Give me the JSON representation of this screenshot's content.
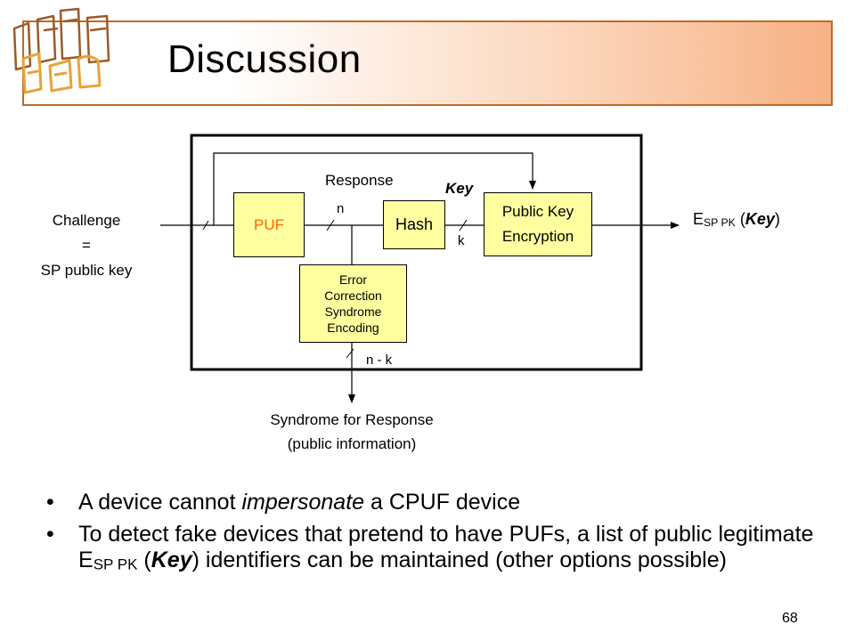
{
  "slide": {
    "title": "Discussion",
    "page_number": "68"
  },
  "diagram": {
    "challenge_line1": "Challenge",
    "challenge_line2": "=",
    "challenge_line3": "SP public key",
    "puf": "PUF",
    "response": "Response",
    "n": "n",
    "hash": "Hash",
    "key": "Key",
    "k": "k",
    "pke_line1": "Public Key",
    "pke_line2": "Encryption",
    "output_e": "E",
    "output_sub": "SP PK",
    "output_key": "Key",
    "ecc_line1": "Error",
    "ecc_line2": "Correction",
    "ecc_line3": "Syndrome",
    "ecc_line4": "Encoding",
    "n_minus_k": "n - k",
    "syndrome_line1": "Syndrome for Response",
    "syndrome_line2": "(public information)"
  },
  "bullets": {
    "b1_pre": "A device cannot ",
    "b1_em": "impersonate",
    "b1_post": " a CPUF device",
    "b2_pre": "To detect fake devices that pretend to have PUFs, a list of public legitimate E",
    "b2_sub": "SP PK",
    "b2_open": " (",
    "b2_key": "Key",
    "b2_post": ") identifiers can be maintained (other options possible)"
  },
  "colors": {
    "title_border": "#c06a26",
    "box_fill": "#ffffa0",
    "puf_text": "#ff6600",
    "logo_stroke": "#9c5a2a",
    "logo_accent": "#e8a33a"
  }
}
